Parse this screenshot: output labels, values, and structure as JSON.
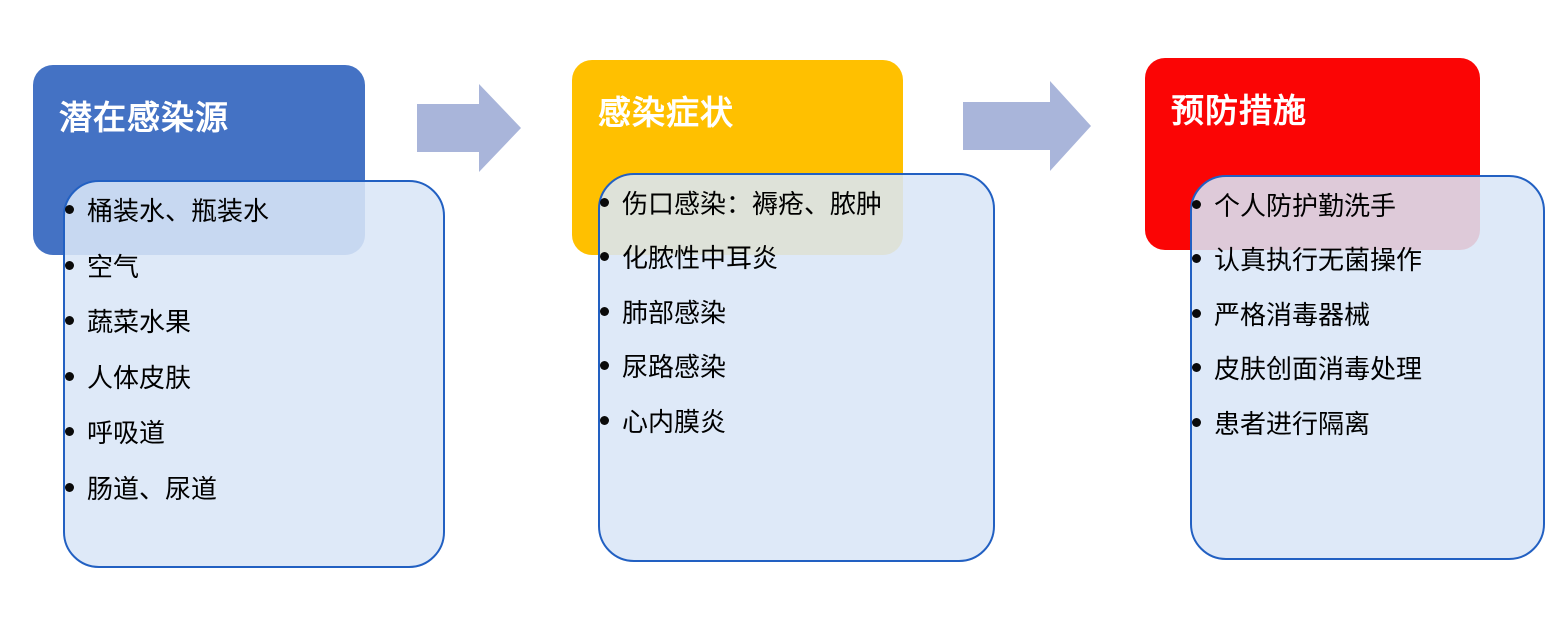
{
  "diagram": {
    "background_color": "#FFFFFF",
    "arrow_color": "#A9B5DA",
    "panel_fill": "rgba(218,230,247,0.88)",
    "panel_border_color": "#2260C2",
    "bullet_color": "#000000",
    "columns": [
      {
        "header": {
          "label": "潜在感染源",
          "color": "#4472C4",
          "text_color": "#FFFFFF"
        },
        "items": [
          "桶装水、瓶装水",
          "空气",
          "蔬菜水果",
          "人体皮肤",
          "呼吸道",
          "肠道、尿道"
        ]
      },
      {
        "header": {
          "label": "感染症状",
          "color": "#FFC000",
          "text_color": "#FFFFFF"
        },
        "items": [
          "伤口感染：褥疮、脓肿",
          "化脓性中耳炎",
          "肺部感染",
          "尿路感染",
          "心内膜炎"
        ]
      },
      {
        "header": {
          "label": "预防措施",
          "color": "#FB0505",
          "text_color": "#FFFFFF"
        },
        "items": [
          "个人防护勤洗手",
          "认真执行无菌操作",
          "严格消毒器械",
          "皮肤创面消毒处理",
          "患者进行隔离"
        ]
      }
    ]
  }
}
